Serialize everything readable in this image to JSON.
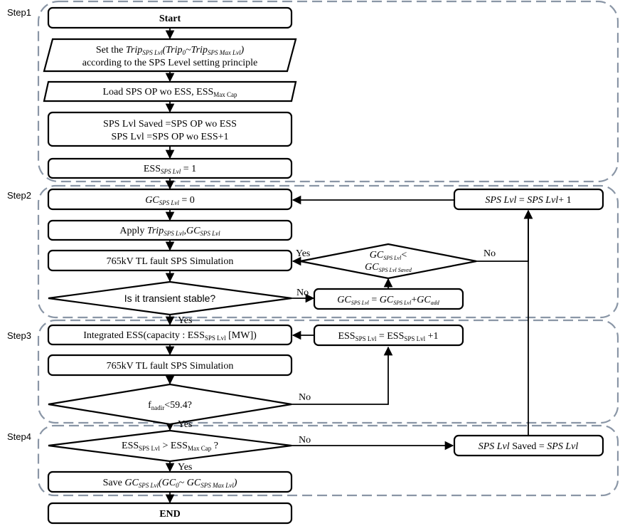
{
  "steps": [
    "Step1",
    "Step2",
    "Step3",
    "Step4"
  ],
  "nodes": {
    "start": "Start",
    "set_trip_a1": "Set the ",
    "set_trip_a2": "Trip",
    "set_trip_a3": "SPS Lvl",
    "set_trip_a4": "(",
    "set_trip_a5": "Trip",
    "set_trip_a6": "0",
    "set_trip_a7": "~",
    "set_trip_a8": "Trip",
    "set_trip_a9": "SPS Max Lvl",
    "set_trip_a10": ")",
    "set_trip_b": "according to the SPS Level setting principle",
    "load_a": "Load SPS OP wo ESS, ESS",
    "load_b": "Max Cap",
    "saved_a": "SPS Lvl Saved =SPS OP wo ESS",
    "saved_b": "SPS Lvl =SPS OP wo ESS+1",
    "ess_init_a": "ESS",
    "ess_init_b": "SPS Lvl",
    "ess_init_c": " = 1",
    "gc_init_a": "GC",
    "gc_init_b": "SPS Lvl",
    "gc_init_c": " = 0",
    "apply_a": "Apply ",
    "apply_b": "Trip",
    "apply_c": "SPS Lvl",
    "apply_d": ",",
    "apply_e": "GC",
    "apply_f": "SPS Lvl",
    "sim1": "765kV TL fault  SPS Simulation",
    "transient": "Is it transient stable?",
    "gc_cmp_a1": "GC",
    "gc_cmp_a2": "SPS Lvl",
    "gc_cmp_a3": "<",
    "gc_cmp_b1": "GC",
    "gc_cmp_b2": "SPS Lvl Saved",
    "gc_add_a": "GC",
    "gc_add_b": "SPS Lvl",
    "gc_add_c": " = ",
    "gc_add_d": "GC",
    "gc_add_e": "SPS Lvl",
    "gc_add_f": "+",
    "gc_add_g": "GC",
    "gc_add_h": "add",
    "sps_inc_a": "SPS Lvl",
    "sps_inc_b": " = ",
    "sps_inc_c": "SPS Lvl",
    "sps_inc_d": "+ 1",
    "integ_a": "Integrated  ESS(capacity :  ESS",
    "integ_b": "SPS Lvl",
    "integ_c": " [MW])",
    "ess_inc_a": "ESS",
    "ess_inc_b": "SPS Lvl",
    "ess_inc_c": " = ESS",
    "ess_inc_d": "SPS Lvl",
    "ess_inc_e": " +1",
    "sim2": "765kV TL fault  SPS Simulation",
    "fnadir_a": "f",
    "fnadir_b": "nadir",
    "fnadir_c": "<59.4?",
    "ess_cap_a": "ESS",
    "ess_cap_b": "SPS Lvl",
    "ess_cap_c": " > ESS",
    "ess_cap_d": "Max Cap",
    "ess_cap_e": " ?",
    "sps_save_a": "SPS Lvl",
    "sps_save_b": " Saved = ",
    "sps_save_c": "SPS Lvl",
    "save_a": "Save ",
    "save_b": "GC",
    "save_c": "SPS Lvl",
    "save_d": "(",
    "save_e": "GC",
    "save_f": "0",
    "save_g": "~ ",
    "save_h": "GC",
    "save_i": "SPS Max Lvl",
    "save_j": ")",
    "end": "END"
  },
  "edge_labels": {
    "yes_gc_cmp": "Yes",
    "no_gc_cmp": "No",
    "no_transient": "No",
    "yes_transient": "Yes",
    "no_fnadir": "No",
    "yes_fnadir": "Yes",
    "no_ess_cap": "No",
    "yes_ess_cap": "Yes"
  }
}
